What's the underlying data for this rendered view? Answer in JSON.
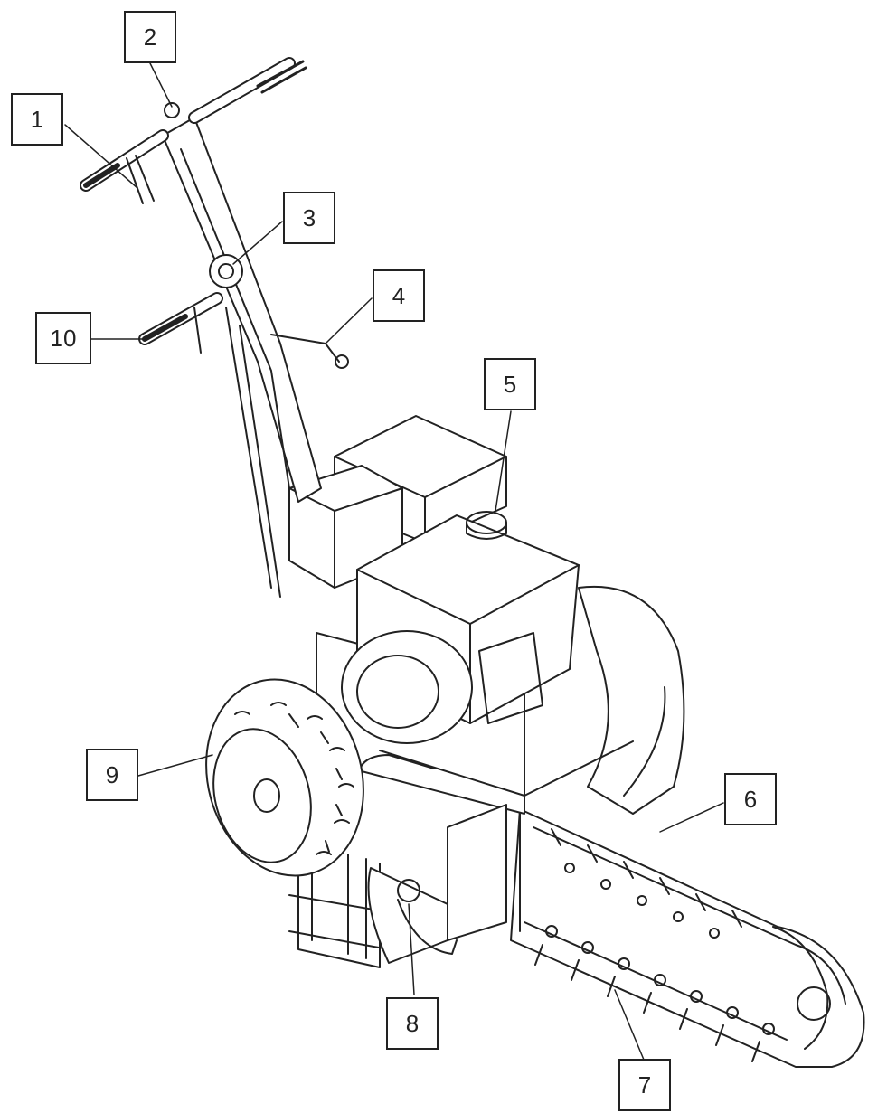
{
  "diagram": {
    "callouts": [
      {
        "label": "1"
      },
      {
        "label": "2"
      },
      {
        "label": "3"
      },
      {
        "label": "4"
      },
      {
        "label": "5"
      },
      {
        "label": "6"
      },
      {
        "label": "7"
      },
      {
        "label": "8"
      },
      {
        "label": "9"
      },
      {
        "label": "10"
      }
    ],
    "colors": {
      "line": "#222222",
      "fill": "#ffffff",
      "shade": "#d9d9d9"
    }
  }
}
